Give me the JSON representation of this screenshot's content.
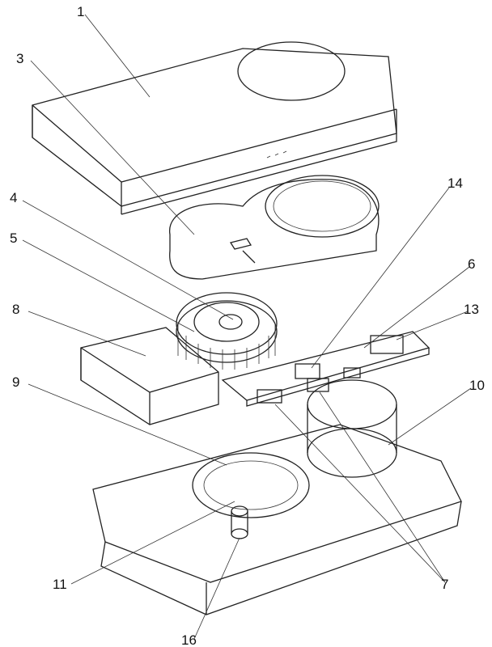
{
  "figure": {
    "labels": {
      "cover": "1",
      "upper_shell": "3",
      "fan_hub": "4",
      "fan_blades": "5",
      "battery": "8",
      "bottom_recess": "9",
      "connector": "14",
      "circuit_board": "6",
      "usb_port": "13",
      "ring": "10",
      "grille": "11",
      "post": "16",
      "switches": "7"
    }
  }
}
